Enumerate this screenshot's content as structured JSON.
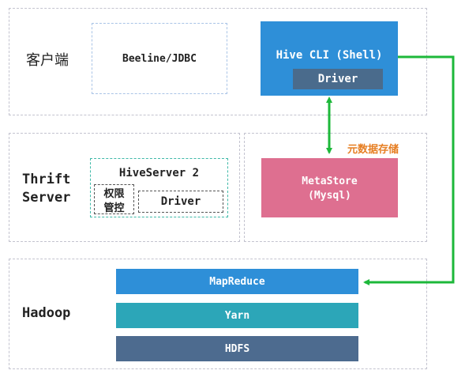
{
  "client": {
    "label": "客户端",
    "beeline": "Beeline/JDBC",
    "hive_cli": "Hive CLI (Shell)",
    "driver": "Driver"
  },
  "thrift": {
    "label_line1": "Thrift",
    "label_line2": "Server",
    "hiveserver": "HiveServer 2",
    "auth_line1": "权限",
    "auth_line2": "管控",
    "driver": "Driver"
  },
  "metadata": {
    "label": "元数据存储",
    "metastore_line1": "MetaStore",
    "metastore_line2": "(Mysql)"
  },
  "hadoop": {
    "label": "Hadoop",
    "mapreduce": "MapReduce",
    "yarn": "Yarn",
    "hdfs": "HDFS"
  },
  "colors": {
    "hive_cli_bg": "#2e8fd8",
    "driver_bg": "#4a6b8c",
    "metastore_bg": "#de6f90",
    "mapreduce_bg": "#2e8fd8",
    "yarn_bg": "#2ca6b8",
    "hdfs_bg": "#4d6b8f",
    "arrow_green": "#1db83a",
    "orange_label": "#e67e22"
  }
}
